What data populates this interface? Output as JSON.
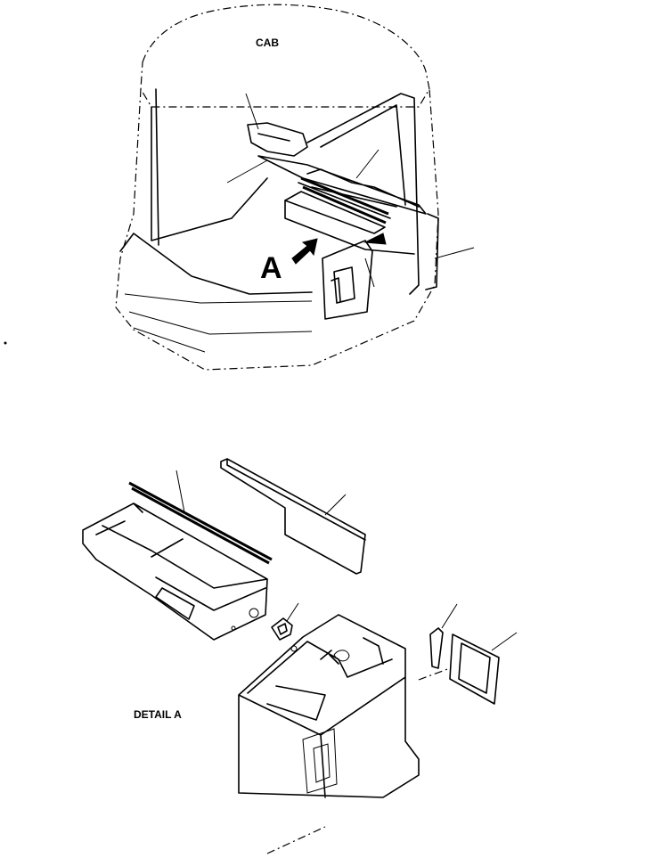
{
  "labels": {
    "cab": "CAB",
    "view_marker": "A",
    "detail": "DETAIL  A"
  },
  "colors": {
    "ink": "#000000",
    "paper": "#ffffff"
  }
}
